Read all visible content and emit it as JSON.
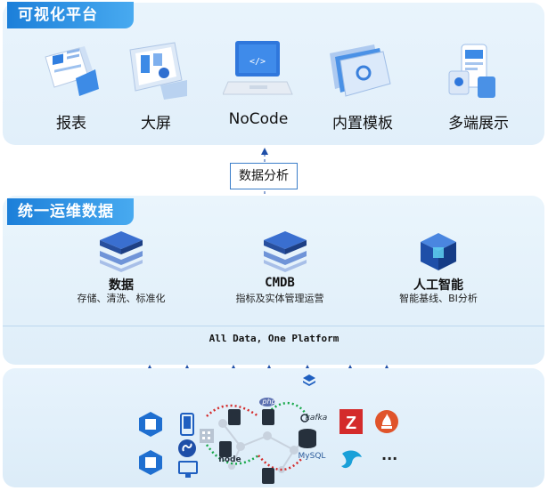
{
  "visual_platform": {
    "title": "可视化平台",
    "items": [
      {
        "label": "报表",
        "icon": "report-icon"
      },
      {
        "label": "大屏",
        "icon": "big-screen-icon"
      },
      {
        "label": "NoCode",
        "icon": "nocode-laptop-icon"
      },
      {
        "label": "内置模板",
        "icon": "template-icon"
      },
      {
        "label": "多端展示",
        "icon": "multi-device-icon"
      }
    ]
  },
  "analysis_box": "数据分析",
  "unified_data": {
    "title": "统一运维数据",
    "items": [
      {
        "title": "数据",
        "subtitle": "存储、清洗、标准化",
        "icon": "database-stack-icon"
      },
      {
        "title": "CMDB",
        "subtitle": "指标及实体管理运营",
        "icon": "cmdb-stack-icon"
      },
      {
        "title": "人工智能",
        "subtitle": "智能基线、BI分析",
        "icon": "ai-cube-icon"
      }
    ]
  },
  "platform_line": "All Data, One Platform",
  "sources": {
    "php_label": "php",
    "kafka_label": "kafka",
    "node_label": "node",
    "mysql_label": "MySQL",
    "more": "...",
    "colors": {
      "blue": "#1a64c8",
      "red": "#d42b2b",
      "green": "#18a84a",
      "orange": "#e0542b"
    }
  }
}
